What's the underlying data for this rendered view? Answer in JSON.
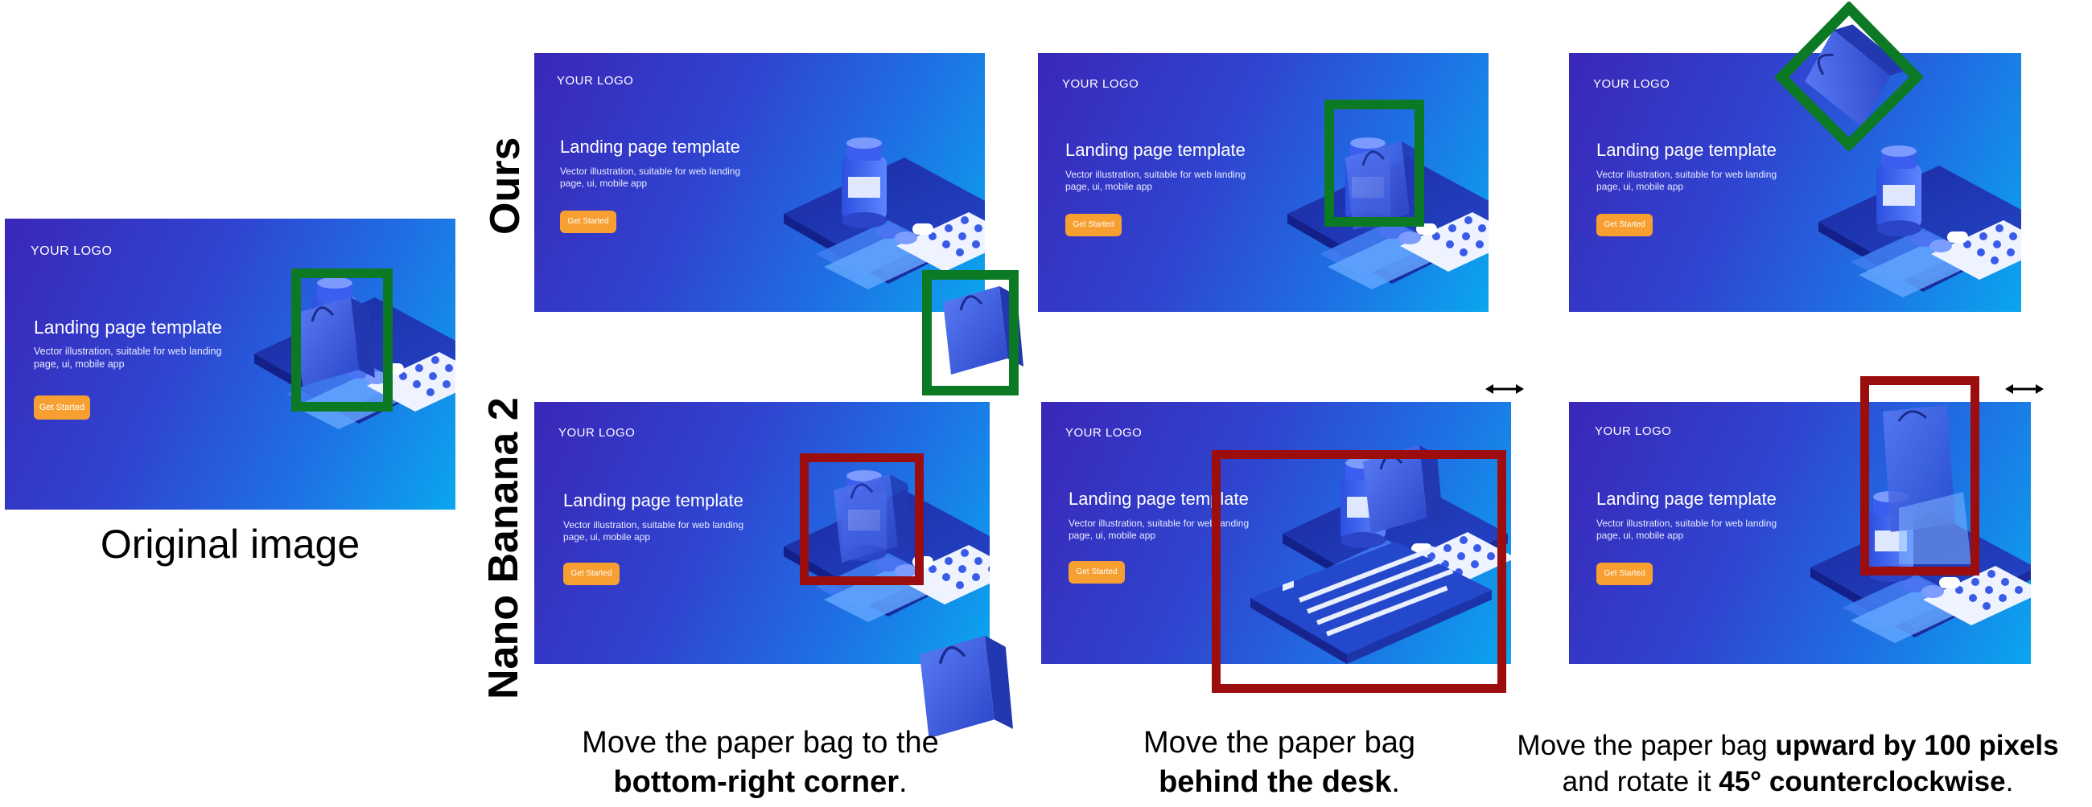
{
  "landing": {
    "logo": "YOUR LOGO",
    "title": "Landing page template",
    "subtitle_line1": "Vector illustration, suitable for web landing",
    "subtitle_line2": "page, ui, mobile app",
    "button": "Get Started"
  },
  "labels": {
    "original": "Original image",
    "row_ours": "Ours",
    "row_nano": "Nano Banana 2"
  },
  "captions": {
    "c1_pre": "Move the paper bag  to the",
    "c1_bold": "bottom-right corner",
    "c1_end": ".",
    "c2_pre": "Move the paper bag",
    "c2_bold": "behind the desk",
    "c2_end": ".",
    "c3_pre": "Move the paper bag ",
    "c3_bold1": "upward by 100  pixels",
    "c3_mid": "and  rotate it ",
    "c3_bold2": "45° counterclockwise",
    "c3_end": "."
  },
  "colors": {
    "good_box": "#0c7a24",
    "bad_box": "#9c0d0d",
    "button": "#f7a031"
  }
}
